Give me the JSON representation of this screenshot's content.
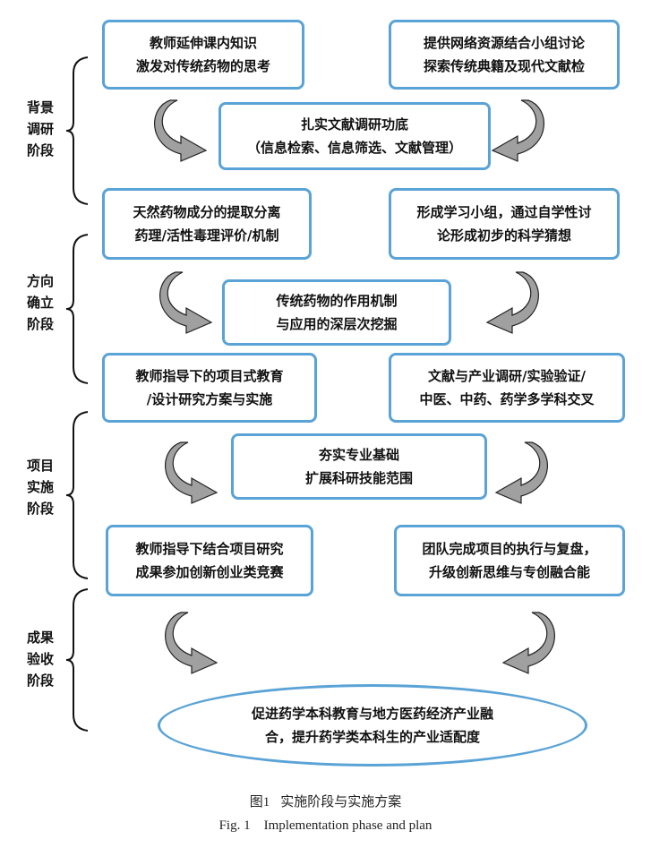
{
  "stages": [
    {
      "lines": [
        "背景",
        "调研",
        "阶段"
      ]
    },
    {
      "lines": [
        "方向",
        "确立",
        "阶段"
      ]
    },
    {
      "lines": [
        "项目",
        "实施",
        "阶段"
      ]
    },
    {
      "lines": [
        "成果",
        "验收",
        "阶段"
      ]
    }
  ],
  "boxes": {
    "s1_left": [
      "教师延伸课内知识",
      "激发对传统药物的思考"
    ],
    "s1_right": [
      "提供网络资源结合小组讨论",
      "探索传统典籍及现代文献检"
    ],
    "s1_center": [
      "扎实文献调研功底",
      "（信息检索、信息筛选、文献管理）"
    ],
    "s2_left": [
      "天然药物成分的提取分离",
      "药理/活性毒理评价/机制"
    ],
    "s2_right": [
      "形成学习小组，通过自学性讨",
      "论形成初步的科学猜想"
    ],
    "s2_center": [
      "传统药物的作用机制",
      "与应用的深层次挖掘"
    ],
    "s3_left": [
      "教师指导下的项目式教育",
      "/设计研究方案与实施"
    ],
    "s3_right": [
      "文献与产业调研/实验验证/",
      "中医、中药、药学多学科交叉"
    ],
    "s3_center": [
      "夯实专业基础",
      "扩展科研技能范围"
    ],
    "s4_left": [
      "教师指导下结合项目研究",
      "成果参加创新创业类竞赛"
    ],
    "s4_right": [
      "团队完成项目的执行与复盘，",
      "升级创新思维与专创融合能"
    ],
    "final": [
      "促进药学本科教育与地方医药经济产业融",
      "合，提升药学类本科生的产业适配度"
    ]
  },
  "caption": {
    "cn_num": "图1",
    "cn_text": "实施阶段与实施方案",
    "en": "Fig. 1    Implementation phase and plan"
  },
  "colors": {
    "box_border": "#5aa3d6",
    "arrow_fill": "#a0a0a0"
  }
}
